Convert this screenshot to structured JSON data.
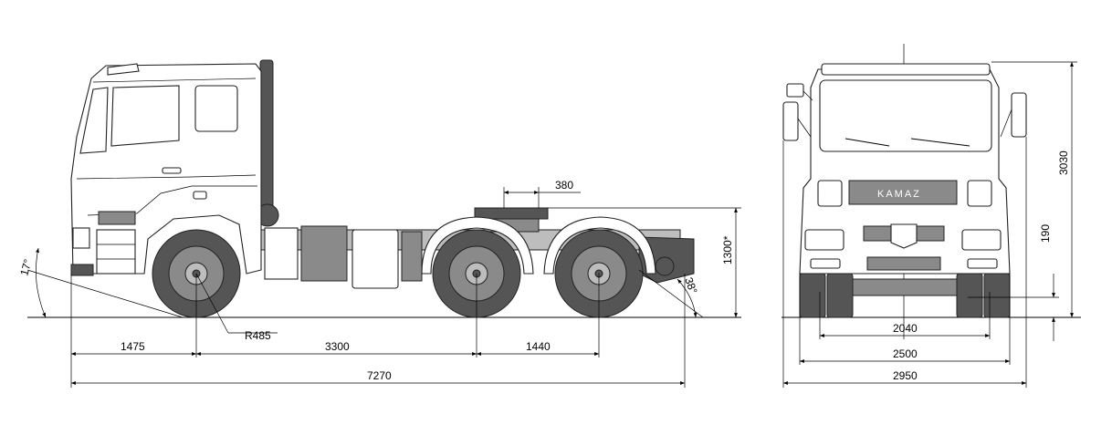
{
  "side_view": {
    "angle_front": "17°",
    "angle_rear": "38°",
    "radius": "R485",
    "dim_front_overhang": "1475",
    "dim_wheelbase_1": "3300",
    "dim_wheelbase_2": "1440",
    "dim_total_length": "7270",
    "dim_fifth_wheel_offset": "380",
    "dim_fifth_wheel_height": "1300*"
  },
  "front_view": {
    "brand": "KAMAZ",
    "dim_height": "3030",
    "dim_clearance": "190",
    "dim_track": "2040",
    "dim_width_body": "2500",
    "dim_width_mirrors": "2950"
  },
  "colors": {
    "tire": "#555555",
    "rim": "#8a8a8a",
    "chassis": "#bdbdbd",
    "line": "#000000"
  }
}
